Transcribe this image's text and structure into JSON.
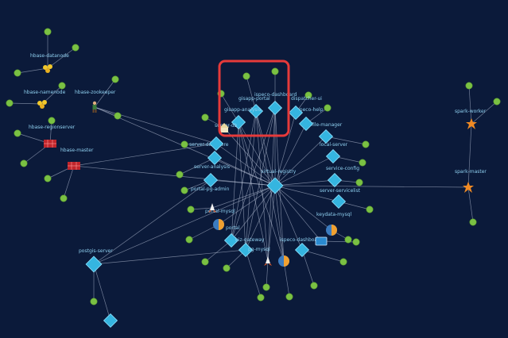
{
  "graph": {
    "background": "#0b1a3a",
    "highlight_color": "#e63a3a",
    "labels": {
      "hbase_datanode": "hbase-datanode",
      "hbase_namenode": "hbase-namenode",
      "hbase_zookeeper": "hbase-zookeeper",
      "hbase_regionserver": "hbase-regionserver",
      "hbase_master": "hbase-master",
      "gisapp_portal": "gisapp-portal",
      "gisapp_analysis": "gisapp-analysis",
      "ispeco_dashboard": "ispeco-dashboard",
      "dispatcher_ui": "dispatcher-ui",
      "ispeco_help": "ispeco-help",
      "file_manager": "file-manager",
      "server_datastore": "server-datastore",
      "server_analysis": "server-analysis",
      "portal_pg_admin": "portal-pg-admin",
      "virtual_registry": "virtual-registry",
      "service_config": "service-config",
      "server_servicelist": "server-servicelist",
      "portal_mysql": "portal-mysql",
      "keydata_mysql": "keydata-mysql",
      "portal": "portal",
      "biz_gateway": "biz-gateway",
      "ispeco_dashboard2": "ispeco-dashboard",
      "pg_mysql": "pg-mysql",
      "server_db": "server-db",
      "local_server": "local-server",
      "postgis_server": "postgis-server",
      "spark_worker": "spark-worker",
      "spark_master": "spark-master"
    }
  }
}
